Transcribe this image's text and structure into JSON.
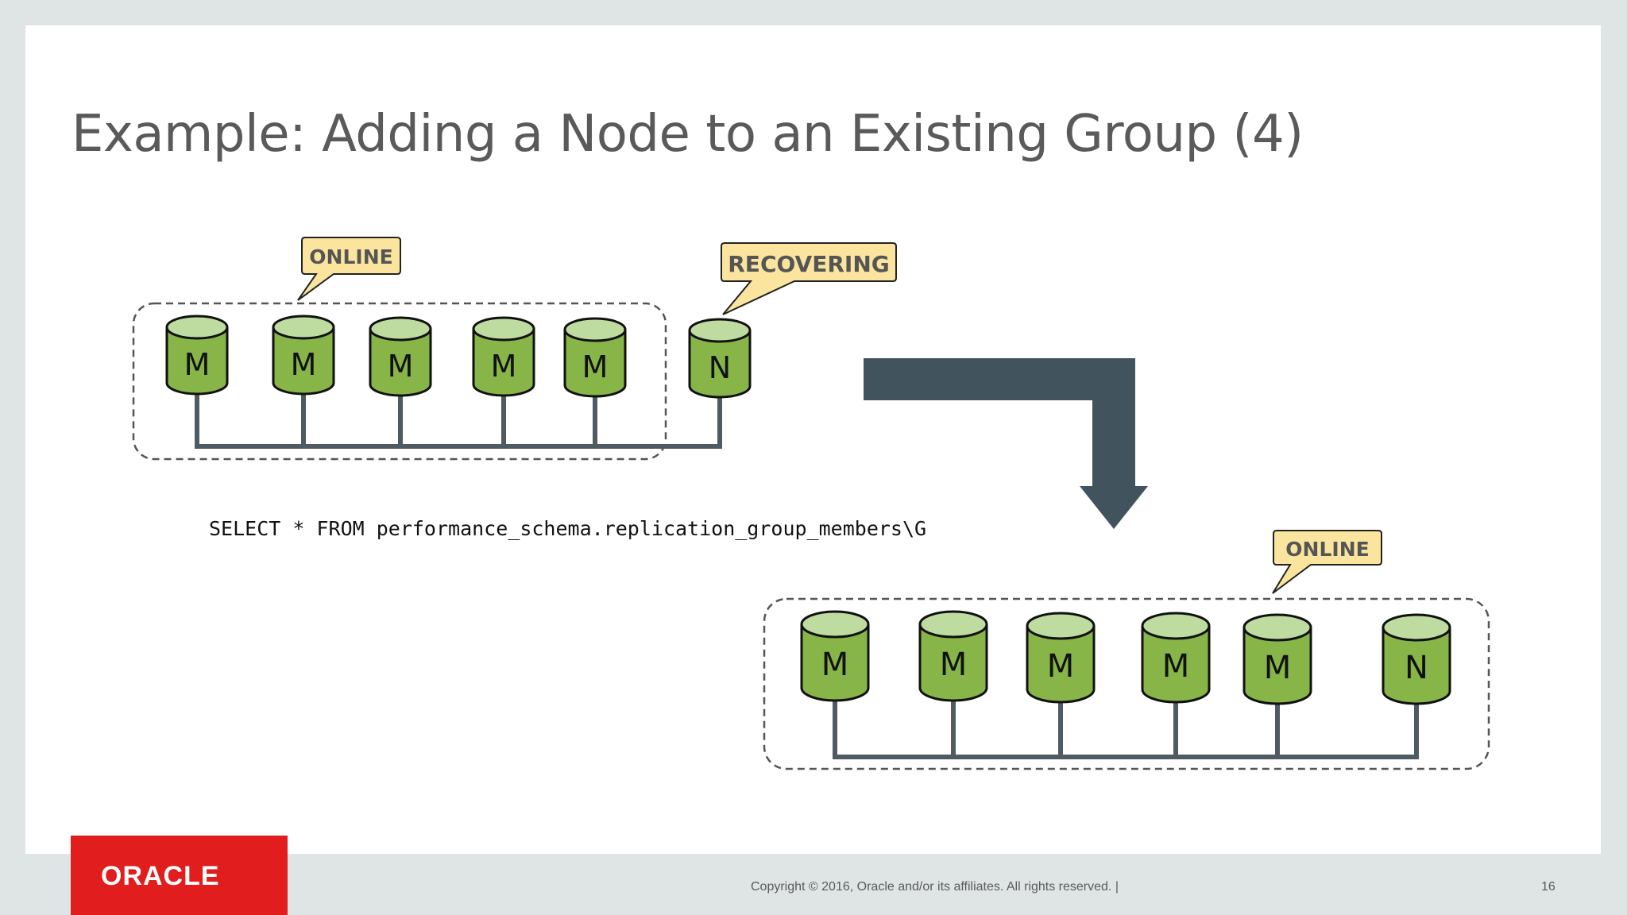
{
  "slide": {
    "title": "Example: Adding a Node to an Existing Group (4)",
    "sql": "SELECT * FROM performance_schema.replication_group_members\\G",
    "footer": {
      "copyright": "Copyright © 2016, Oracle and/or its affiliates. All rights reserved.  |",
      "page_number": "16",
      "logo": "ORACLE"
    }
  },
  "before_group": {
    "callouts": {
      "group_state": "ONLINE",
      "new_node_state": "RECOVERING"
    },
    "nodes": [
      "M",
      "M",
      "M",
      "M",
      "M",
      "N"
    ]
  },
  "after_group": {
    "callouts": {
      "group_state": "ONLINE"
    },
    "nodes": [
      "M",
      "M",
      "M",
      "M",
      "M",
      "N"
    ]
  },
  "colors": {
    "cylinder_body": "#87b548",
    "cylinder_top": "#bfdca0",
    "callout_fill": "#fbe59e",
    "arrow": "#41535d",
    "bus": "#4f5b62",
    "oracle_red": "#e11d1d"
  }
}
